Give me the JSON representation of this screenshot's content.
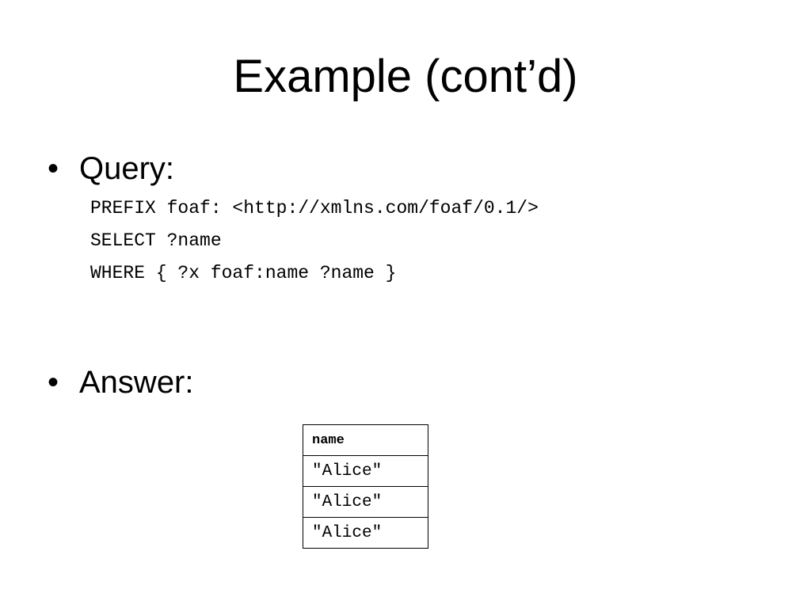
{
  "slide": {
    "title": "Example (cont’d)",
    "bullets": [
      {
        "marker": "•",
        "label": "Query:"
      },
      {
        "marker": "•",
        "label": "Answer:"
      }
    ],
    "query_lines": [
      "PREFIX foaf: <http://xmlns.com/foaf/0.1/>",
      "SELECT ?name",
      "WHERE { ?x foaf:name ?name }"
    ],
    "answer_table": {
      "headers": [
        "name"
      ],
      "rows": [
        [
          "\"Alice\""
        ],
        [
          "\"Alice\""
        ],
        [
          "\"Alice\""
        ]
      ]
    }
  }
}
